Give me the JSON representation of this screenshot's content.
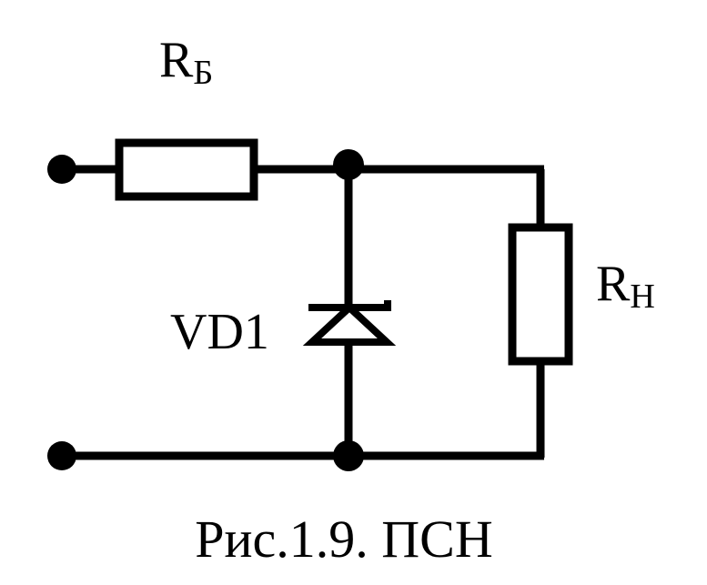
{
  "labels": {
    "rb_main": "R",
    "rb_sub": "Б",
    "rn_main": "R",
    "rn_sub": "Н",
    "vd": "VD1",
    "caption": "Рис.1.9. ПСН"
  }
}
